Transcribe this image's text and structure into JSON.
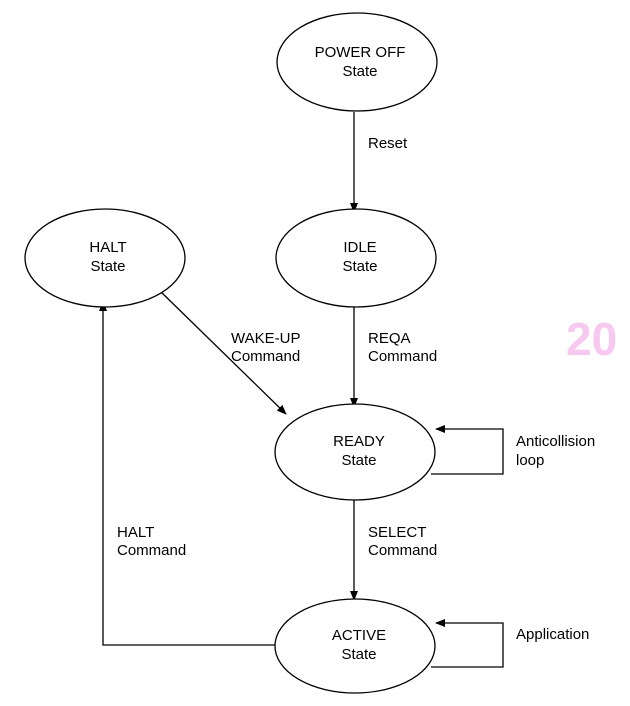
{
  "nodes": {
    "power_off": {
      "line1": "POWER OFF",
      "line2": "State"
    },
    "idle": {
      "line1": "IDLE",
      "line2": "State"
    },
    "halt": {
      "line1": "HALT",
      "line2": "State"
    },
    "ready": {
      "line1": "READY",
      "line2": "State"
    },
    "active": {
      "line1": "ACTIVE",
      "line2": "State"
    }
  },
  "edges": {
    "reset": {
      "line1": "Reset"
    },
    "reqa": {
      "line1": "REQA",
      "line2": "Command"
    },
    "wakeup": {
      "line1": "WAKE-UP",
      "line2": "Command"
    },
    "select": {
      "line1": "SELECT",
      "line2": "Command"
    },
    "halt_cmd": {
      "line1": "HALT",
      "line2": "Command"
    },
    "anticollision": {
      "line1": "Anticollision",
      "line2": "loop"
    },
    "application": {
      "line1": "Application"
    }
  },
  "watermark": "20",
  "colors": {
    "stroke": "#000000",
    "watermark": "#f7c9f0"
  }
}
